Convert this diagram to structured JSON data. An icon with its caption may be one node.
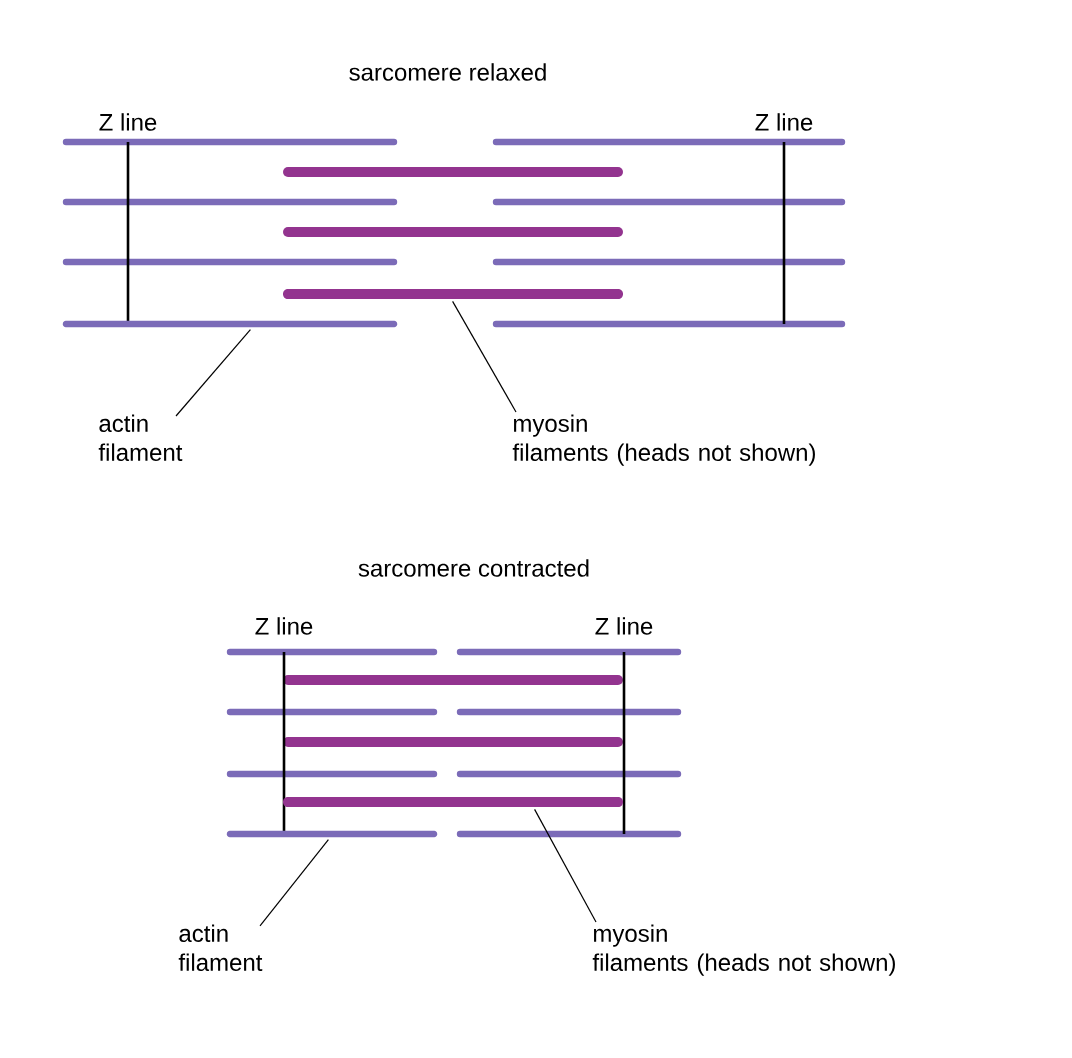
{
  "diagram": {
    "nodes": [
      {
        "text": [],
        "shape": "bar"
      },
      {
        "text": [],
        "shape": "bar"
      },
      {
        "text": [
          "actin filament"
        ]
      },
      {
        "text": [
          "myosin filaments (heads not shown)"
        ]
      },
      {
        "text": [],
        "shape": "bar"
      },
      {
        "text": [],
        "shape": "bar"
      },
      {
        "text": [
          "actin filament"
        ]
      },
      {
        "text": [
          "myosin filaments (heads not shown)"
        ]
      }
    ],
    "edges": [
      {
        "from": 2,
        "to": 0,
        "arrow": "none"
      },
      {
        "from": 3,
        "to": 1,
        "arrow": "none"
      },
      {
        "from": 6,
        "to": 4,
        "arrow": "none"
      },
      {
        "from": 7,
        "to": 5,
        "arrow": "none"
      }
    ],
    "labels": [
      "sarcomere relaxed",
      "Z line",
      "Z line",
      "sarcomere contracted",
      "Z line",
      "Z line"
    ]
  }
}
